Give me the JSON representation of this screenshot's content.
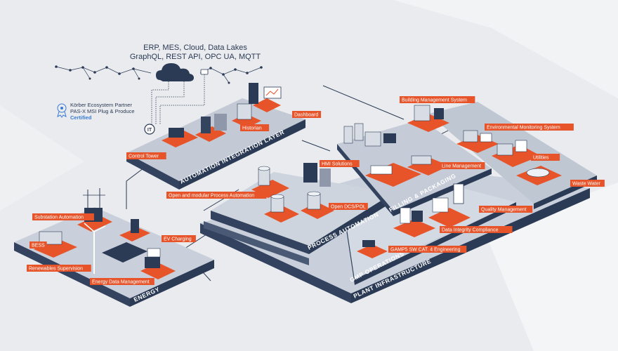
{
  "header": {
    "line1": "ERP, MES, Cloud, Data Lakes",
    "line2": "GraphQL, REST API, OPC UA, MQTT"
  },
  "partner": {
    "line1": "Körber Ecosystem Partner",
    "line2": "PAS-X MSI Plug & Produce",
    "line3": "Certified"
  },
  "it_badge": "IT",
  "platforms": {
    "automation": "AUTOMATION INTEGRATION LAYER",
    "energy": "ENERGY",
    "process": "PROCESS AUTOMATION",
    "filling": "FILLING & PACKAGING",
    "gmp": "GMP OPERATIONS",
    "plant": "PLANT INFRASTRUCTURE"
  },
  "labels": {
    "dashboard": "Dashboard",
    "historian": "Historian",
    "control_tower": "Control Tower",
    "building": "Building Management System",
    "environmental": "Environmental Monitoring System",
    "utilities": "Utilities",
    "waste_water": "Waste Water",
    "line_mgmt": "Line Management",
    "hmi": "HMI Solutions",
    "open_modular": "Open and modular Process Automation",
    "open_dcs": "Open DCS/POL",
    "quality": "Quality Management",
    "data_integrity": "Data Integrity Compliance",
    "gamp": "GAMP5 SW CAT. 4 Engineering",
    "substation": "Substation Automation",
    "bess": "BESS",
    "ev": "EV Charging",
    "renewables": "Renewables Supervision",
    "energy_data": "Energy Data Management"
  },
  "colors": {
    "accent": "#e8542a",
    "navy": "#23324d",
    "platform_top": "#c9d0db",
    "platform_side": "#2b3a55",
    "background": "#e9ebee"
  }
}
